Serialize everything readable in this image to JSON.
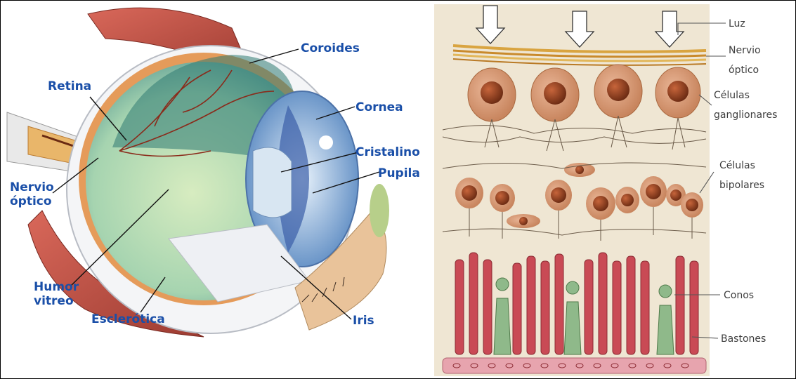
{
  "eye_diagram": {
    "labels": {
      "coroides": "Coroides",
      "retina": "Retina",
      "cornea": "Cornea",
      "cristalino": "Cristalino",
      "pupila": "Pupila",
      "nervio_1": "Nervio",
      "nervio_2": "óptico",
      "humor_1": "Humor",
      "humor_2": "vitreo",
      "esclerotica": "Esclerótica",
      "iris": "Iris"
    }
  },
  "retina_diagram": {
    "labels": {
      "luz": "Luz",
      "nervio_1": "Nervio",
      "nervio_2": "óptico",
      "ganglionares_1": "Células",
      "ganglionares_2": "ganglionares",
      "bipolares_1": "Células",
      "bipolares_2": "bipolares",
      "conos": "Conos",
      "bastones": "Bastones"
    },
    "colors": {
      "background": "#f3e9d6",
      "neuron": "#c8855e",
      "nucleus": "#7a3217",
      "rod": "#c94a55",
      "cone": "#8fb98a",
      "nerve_layer": "#d9a440"
    }
  }
}
